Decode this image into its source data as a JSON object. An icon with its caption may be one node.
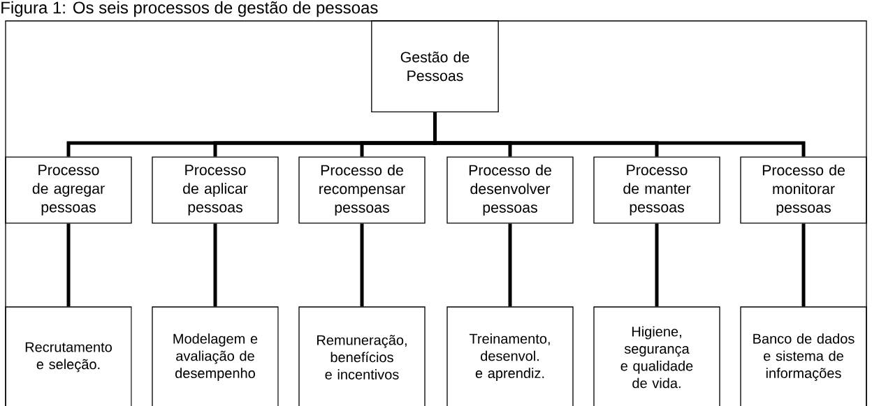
{
  "diagram": {
    "title": "Figura 1: Os seis processos de gestão de pessoas",
    "nodes": [
      {
        "text": [
          "Gestão de Pessoas"
        ]
      },
      {
        "text": [
          "Processo de agregar pessoas"
        ]
      },
      {
        "text": [
          "Processo de aplicar pessoas"
        ]
      },
      {
        "text": [
          "Processo de recompensar pessoas"
        ]
      },
      {
        "text": [
          "Processo de desenvolver pessoas"
        ]
      },
      {
        "text": [
          "Processo de manter pessoas"
        ]
      },
      {
        "text": [
          "Processo de monitorar pessoas"
        ]
      },
      {
        "text": [
          "Recrutamento e seleção."
        ]
      },
      {
        "text": [
          "Modelagem e avaliação de desempenho"
        ]
      },
      {
        "text": [
          "Remuneração, benefícios e incentivos"
        ]
      },
      {
        "text": [
          "Treinamento, desenvol. e aprendiz."
        ]
      },
      {
        "text": [
          "Higiene, segurança e qualidade de vida."
        ]
      },
      {
        "text": [
          "Banco de dados e sistema de informações"
        ]
      }
    ],
    "edges": [
      {
        "from": 0,
        "to": 1,
        "arrow": "none"
      },
      {
        "from": 0,
        "to": 2,
        "arrow": "none"
      },
      {
        "from": 0,
        "to": 3,
        "arrow": "none"
      },
      {
        "from": 0,
        "to": 4,
        "arrow": "none"
      },
      {
        "from": 0,
        "to": 5,
        "arrow": "none"
      },
      {
        "from": 0,
        "to": 6,
        "arrow": "none"
      },
      {
        "from": 1,
        "to": 7,
        "arrow": "none"
      },
      {
        "from": 2,
        "to": 8,
        "arrow": "none"
      },
      {
        "from": 3,
        "to": 9,
        "arrow": "none"
      },
      {
        "from": 4,
        "to": 10,
        "arrow": "none"
      },
      {
        "from": 5,
        "to": 11,
        "arrow": "none"
      },
      {
        "from": 6,
        "to": 12,
        "arrow": "none"
      }
    ]
  }
}
